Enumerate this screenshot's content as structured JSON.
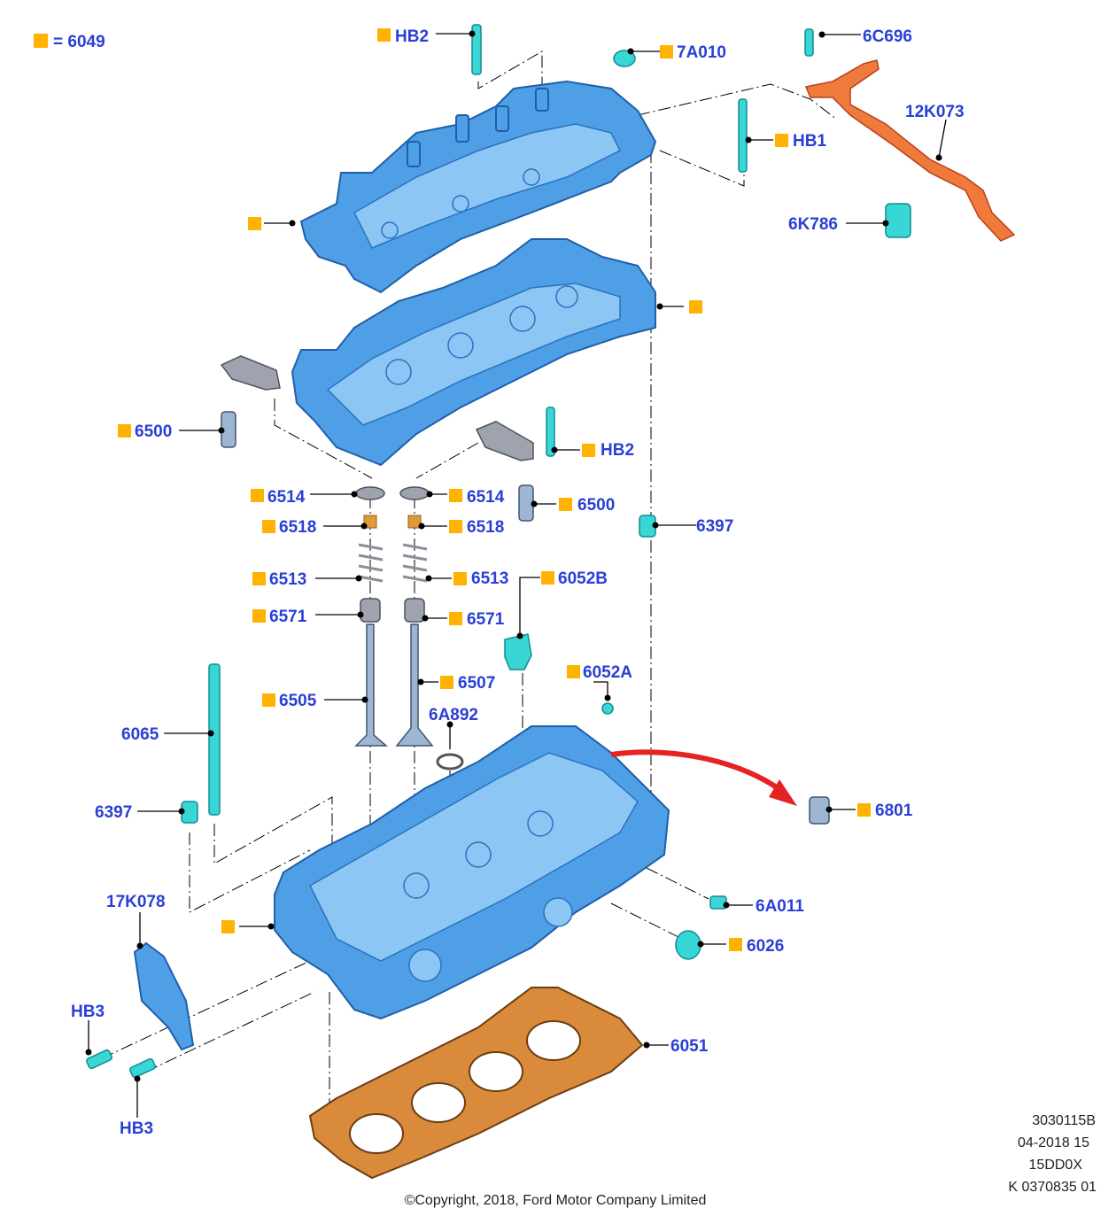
{
  "legend": {
    "marker_color": "#ffb300",
    "text": "= 6049"
  },
  "labels": {
    "hb2_top": "HB2",
    "l_7a010": "7A010",
    "l_6c696": "6C696",
    "l_12k073": "12K073",
    "hb1": "HB1",
    "l_6k786": "6K786",
    "l_6500_left": "6500",
    "hb2_mid": "HB2",
    "l_6514_l": "6514",
    "l_6514_r": "6514",
    "l_6500_right": "6500",
    "l_6518_l": "6518",
    "l_6518_r": "6518",
    "l_6397_top": "6397",
    "l_6513_l": "6513",
    "l_6513_r": "6513",
    "l_6052b": "6052B",
    "l_6571_l": "6571",
    "l_6571_r": "6571",
    "l_6507": "6507",
    "l_6052a": "6052A",
    "l_6505": "6505",
    "l_6a892": "6A892",
    "l_6065": "6065",
    "l_6397_bot": "6397",
    "l_6801": "6801",
    "l_17k078": "17K078",
    "l_6a011": "6A011",
    "l_6026": "6026",
    "hb3_top": "HB3",
    "l_6051": "6051",
    "hb3_bot": "HB3"
  },
  "meta": {
    "code1": "3030115B",
    "code2": "04-2018 15",
    "code3": "15DD0X",
    "code4": "K 0370835 01",
    "copyright": "©Copyright, 2018, Ford Motor Company Limited"
  }
}
